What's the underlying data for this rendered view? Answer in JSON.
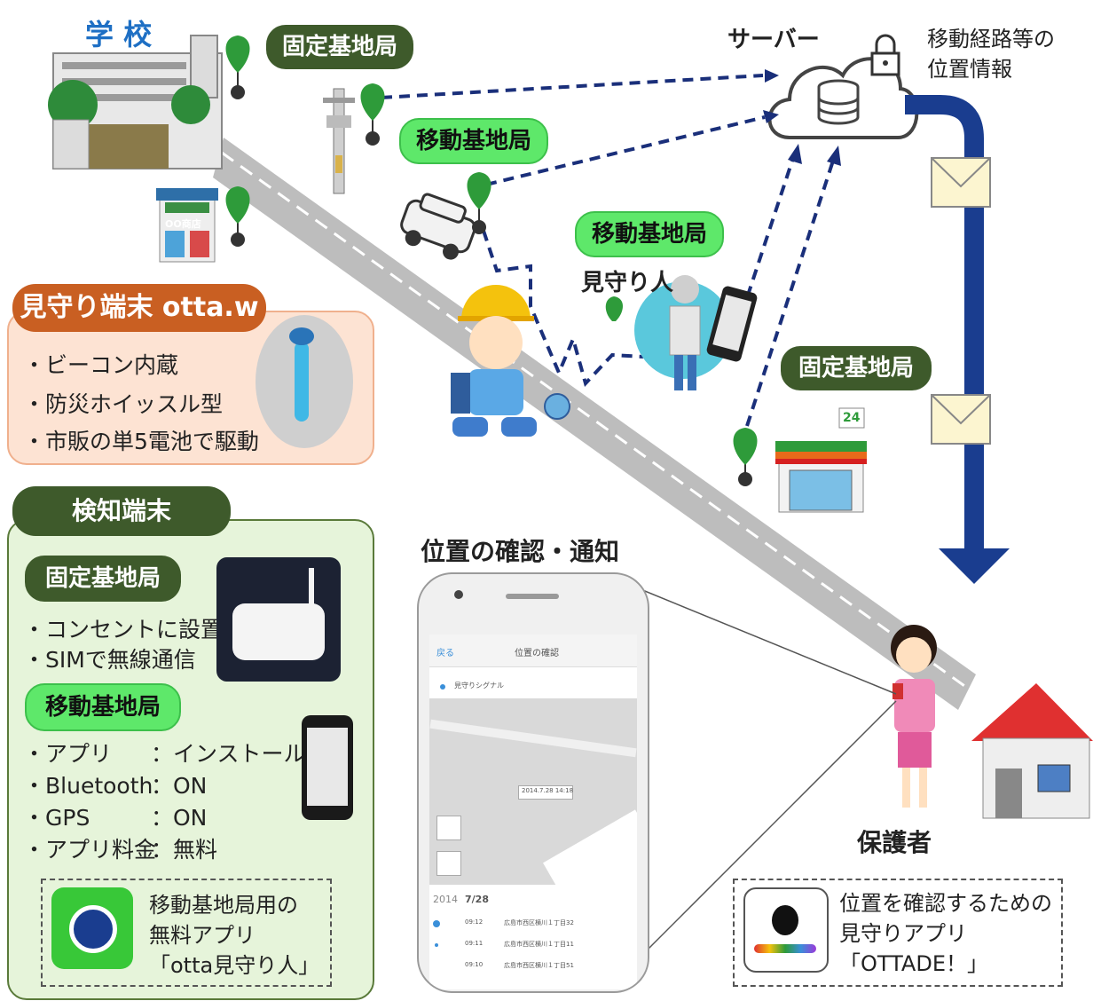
{
  "labels": {
    "school": "学 校",
    "server": "サーバー",
    "route_info_line1": "移動経路等の",
    "route_info_line2": "位置情報",
    "fixed_station_1": "固定基地局",
    "mobile_station_1": "移動基地局",
    "mobile_station_2": "移動基地局",
    "watcher": "見守り人",
    "fixed_station_2": "固定基地局",
    "store_sign": "OO商店",
    "conv_store_24": "24",
    "guardian": "保護者",
    "location_check": "位置の確認・通知"
  },
  "terminal_callout": {
    "title": "見守り端末 otta.w",
    "bullets": [
      "・ビーコン内蔵",
      "・防災ホイッスル型",
      "・市販の単5電池で駆動"
    ]
  },
  "detector": {
    "title": "検知端末",
    "fixed_title": "固定基地局",
    "fixed_bullets": [
      "・コンセントに設置",
      "・SIMで無線通信"
    ],
    "mobile_title": "移動基地局",
    "mobile_specs": [
      {
        "key": "・アプリ",
        "value": "：インストール"
      },
      {
        "key": "・Bluetooth",
        "value": "：ON"
      },
      {
        "key": "・GPS",
        "value": "：ON"
      },
      {
        "key": "・アプリ料金",
        "value": "：無料"
      }
    ],
    "app_desc_line1": "移動基地局用の",
    "app_desc_line2": "無料アプリ",
    "app_desc_line3": "「otta見守り人」"
  },
  "guardian_app": {
    "line1": "位置を確認するための",
    "line2": "見守りアプリ",
    "line3": "「OTTADE！」"
  },
  "phone_screen": {
    "back": "戻る",
    "title": "位置の確認",
    "child_name": "見守りシグナル",
    "map_tooltip": "2014.7.28 14:18",
    "date_year": "2014",
    "date_md": "7/28",
    "rows": [
      {
        "time": "09:12",
        "place": "広島市西区横川１丁目32"
      },
      {
        "time": "09:11",
        "place": "広島市西区横川１丁目11"
      },
      {
        "time": "09:10",
        "place": "広島市西区横川１丁目51"
      }
    ]
  },
  "colors": {
    "dark_green": "#3e5a2b",
    "light_green": "#5ee86a",
    "orange": "#c95f22",
    "navy_arrow": "#1a3d8f",
    "dashed_line": "#1a2f7a",
    "house_roof": "#e03030"
  }
}
